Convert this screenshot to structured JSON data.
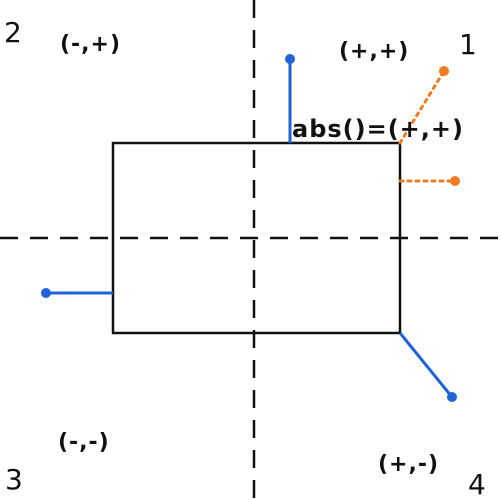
{
  "diagram": {
    "quadrants": {
      "top_left": {
        "number": "2",
        "sign": "(-,+)"
      },
      "top_right": {
        "number": "1",
        "sign": "(+,+)"
      },
      "bottom_left": {
        "number": "3",
        "sign": "(-,-)"
      },
      "bottom_right": {
        "number": "4",
        "sign": "(+,-)"
      }
    },
    "formula": "abs()=(+,+)",
    "colors": {
      "stroke": "#111111",
      "blue": "#1f63d6",
      "orange": "#f07a22",
      "background": "#ffffff"
    }
  }
}
